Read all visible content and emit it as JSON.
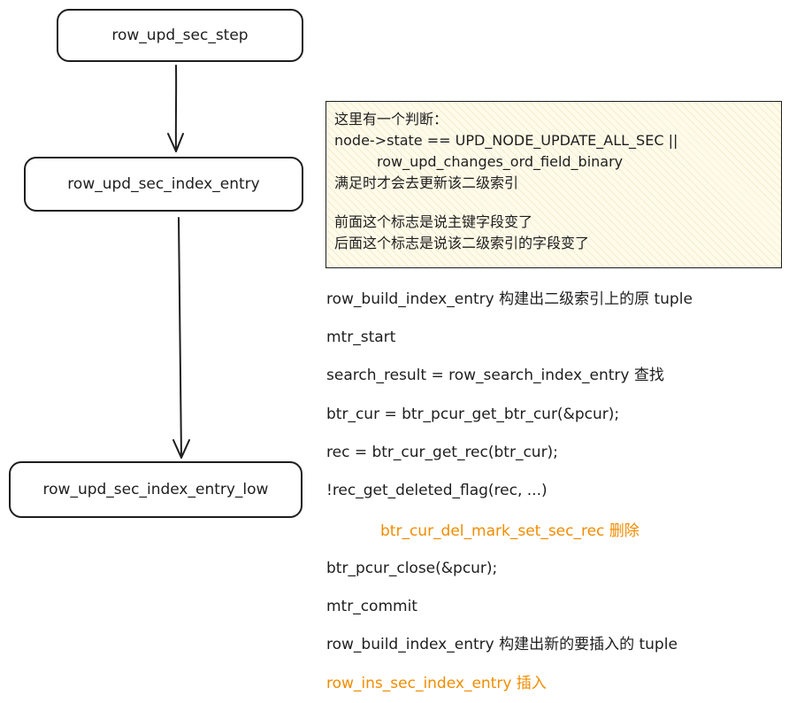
{
  "nodes": {
    "step": "row_upd_sec_step",
    "index_entry": "row_upd_sec_index_entry",
    "index_entry_low": "row_upd_sec_index_entry_low"
  },
  "note": {
    "line1": "这里有一个判断：",
    "line2": "node->state == UPD_NODE_UPDATE_ALL_SEC ||",
    "line3": "row_upd_changes_ord_field_binary",
    "line4": "满足时才会去更新该二级索引",
    "line5": "前面这个标志是说主键字段变了",
    "line6": "后面这个标志是说该二级索引的字段变了",
    "fill_color": "#fffbea"
  },
  "steps": [
    "row_build_index_entry 构建出二级索引上的原 tuple",
    "mtr_start",
    "search_result = row_search_index_entry 查找",
    "btr_cur = btr_pcur_get_btr_cur(&pcur);",
    "rec = btr_cur_get_rec(btr_cur);",
    "!rec_get_deleted_flag(rec, ...)",
    "btr_cur_del_mark_set_sec_rec 删除",
    "btr_pcur_close(&pcur);",
    "mtr_commit",
    "row_build_index_entry 构建出新的要插入的 tuple",
    "row_ins_sec_index_entry 插入"
  ],
  "colors": {
    "stroke": "#1e1e1e",
    "highlight": "#f08c00"
  }
}
